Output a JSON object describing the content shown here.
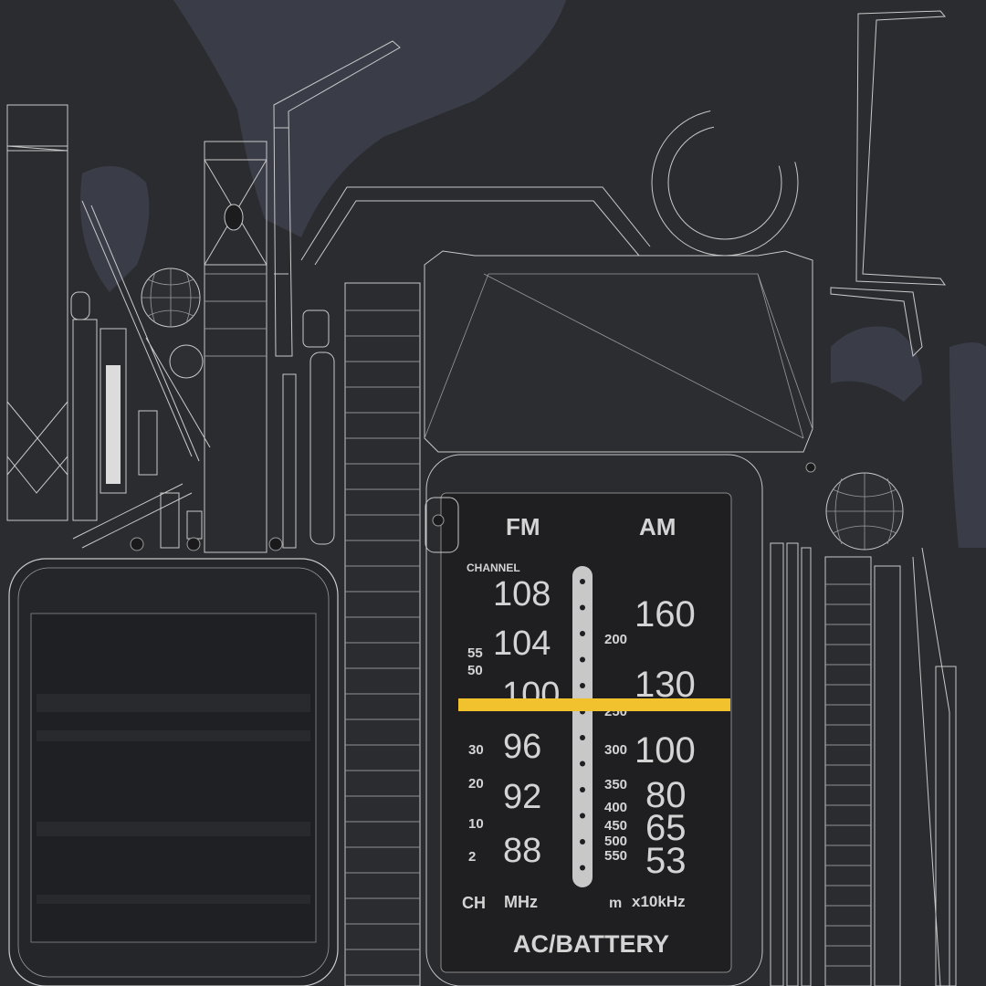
{
  "dial": {
    "band_fm": "FM",
    "band_am": "AM",
    "channel_heading": "CHANNEL",
    "fm_frequencies": [
      "108",
      "104",
      "100",
      "96",
      "92",
      "88"
    ],
    "fm_channels": [
      "55",
      "50",
      "30",
      "20",
      "10",
      "2"
    ],
    "am_frequencies": [
      "160",
      "130",
      "100",
      "80",
      "65",
      "53"
    ],
    "am_wavelengths": [
      "200",
      "250",
      "300",
      "350",
      "400",
      "450",
      "500",
      "550"
    ],
    "unit_ch": "CH",
    "unit_mhz": "MHz",
    "unit_m": "m",
    "unit_khz": "x10kHz",
    "power_label": "AC/BATTERY",
    "pointer_color": "#f2c12e",
    "scale_color": "#c8c8c8"
  },
  "colors": {
    "background": "#2b2c30",
    "wire": "#c9c9c9",
    "panel": "#252629",
    "dial_face": "#1f1f21",
    "shadow_island": "#3a3d48"
  }
}
